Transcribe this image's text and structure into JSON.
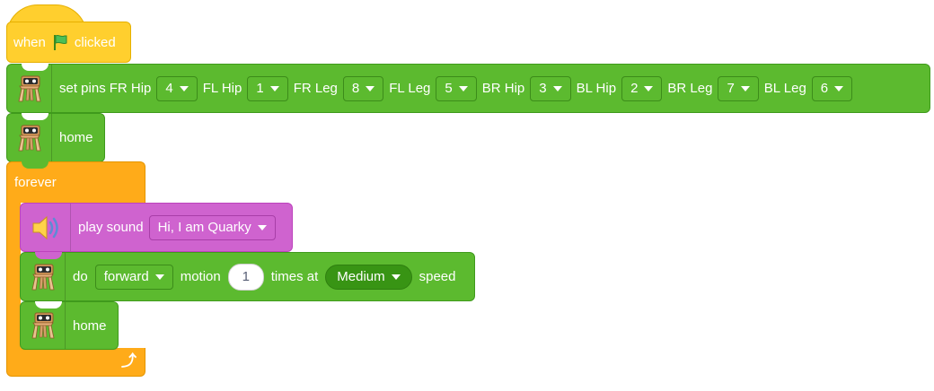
{
  "hat": {
    "when": "when",
    "clicked": "clicked",
    "flag_icon": "green-flag-icon"
  },
  "set_pins": {
    "label": "set pins",
    "pins": [
      {
        "name": "FR Hip",
        "value": "4"
      },
      {
        "name": "FL Hip",
        "value": "1"
      },
      {
        "name": "FR Leg",
        "value": "8"
      },
      {
        "name": "FL Leg",
        "value": "5"
      },
      {
        "name": "BR Hip",
        "value": "3"
      },
      {
        "name": "BL Hip",
        "value": "2"
      },
      {
        "name": "BR Leg",
        "value": "7"
      },
      {
        "name": "BL Leg",
        "value": "6"
      }
    ]
  },
  "home1": {
    "label": "home"
  },
  "forever": {
    "label": "forever",
    "loop_icon": "loop-arrow-icon",
    "loop_glyph": "⤴"
  },
  "play_sound": {
    "label": "play sound",
    "sound": "Hi, I am Quarky",
    "icon": "speaker-icon"
  },
  "do_motion": {
    "do": "do",
    "direction": "forward",
    "motion": "motion",
    "times": "1",
    "times_at": "times at",
    "speed": "Medium",
    "speed_label": "speed"
  },
  "home2": {
    "label": "home"
  },
  "colors": {
    "event": "#ffcf2e",
    "motion": "#5cba2f",
    "control": "#ffab19",
    "sound": "#cf63cf"
  }
}
